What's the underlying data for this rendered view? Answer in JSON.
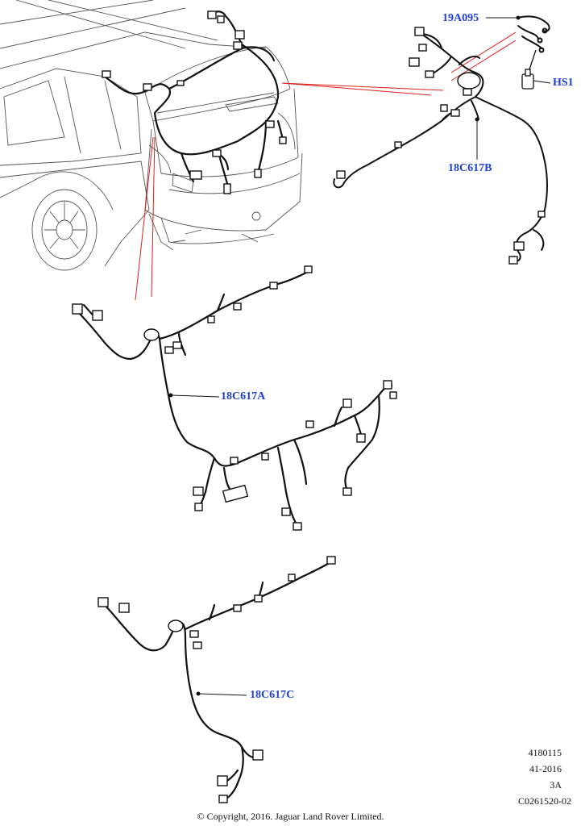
{
  "callout_color": "#1f3fd6",
  "leader_color": "#e0201b",
  "callouts": {
    "part_19a095": "19A095",
    "part_hs1": "HS1",
    "part_18c617b": "18C617B",
    "part_18c617a": "18C617A",
    "part_18c617c": "18C617C"
  },
  "footer": {
    "line1": "4180115",
    "line2": "41-2016",
    "line3": "3A",
    "line4": "C0261520-02",
    "copyright": "© Copyright, 2016. Jaguar Land Rover Limited."
  }
}
